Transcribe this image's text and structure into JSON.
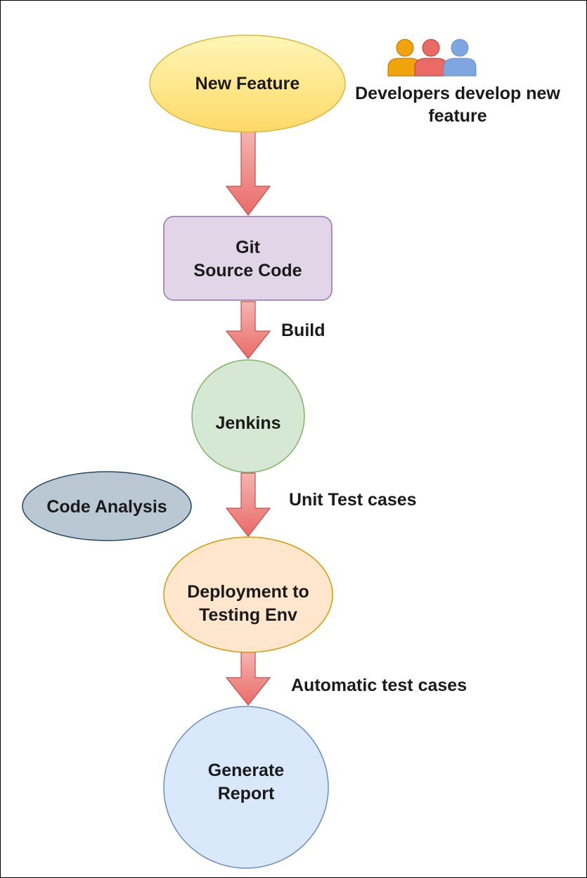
{
  "nodes": {
    "new_feature": "New Feature",
    "git_line1": "Git",
    "git_line2": "Source Code",
    "jenkins": "Jenkins",
    "code_analysis": "Code Analysis",
    "deploy_line1": "Deployment to",
    "deploy_line2": "Testing Env",
    "report_line1": "Generate",
    "report_line2": "Report"
  },
  "labels": {
    "developers_line1": "Developers develop new",
    "developers_line2": "feature",
    "build": "Build",
    "unit_tests": "Unit Test cases",
    "automatic_tests": "Automatic test cases"
  },
  "icons": {
    "developers": "users-group-icon"
  },
  "colors": {
    "new_feature_fill": "#fff2a8",
    "new_feature_stroke": "#d9b93c",
    "git_fill": "#e1d5e7",
    "git_stroke": "#9673a6",
    "jenkins_fill": "#d5e8d4",
    "jenkins_stroke": "#82b366",
    "code_analysis_fill": "#bac8d3",
    "code_analysis_stroke": "#23445d",
    "deploy_fill": "#ffe6cc",
    "deploy_stroke": "#d79b00",
    "report_fill": "#dae8fc",
    "report_stroke": "#6c8ebf",
    "arrow_fill": "#f19c99",
    "arrow_stroke": "#c0504d",
    "user_orange": "#f0a30a",
    "user_red": "#ea6b66",
    "user_blue": "#7ea6e0"
  }
}
